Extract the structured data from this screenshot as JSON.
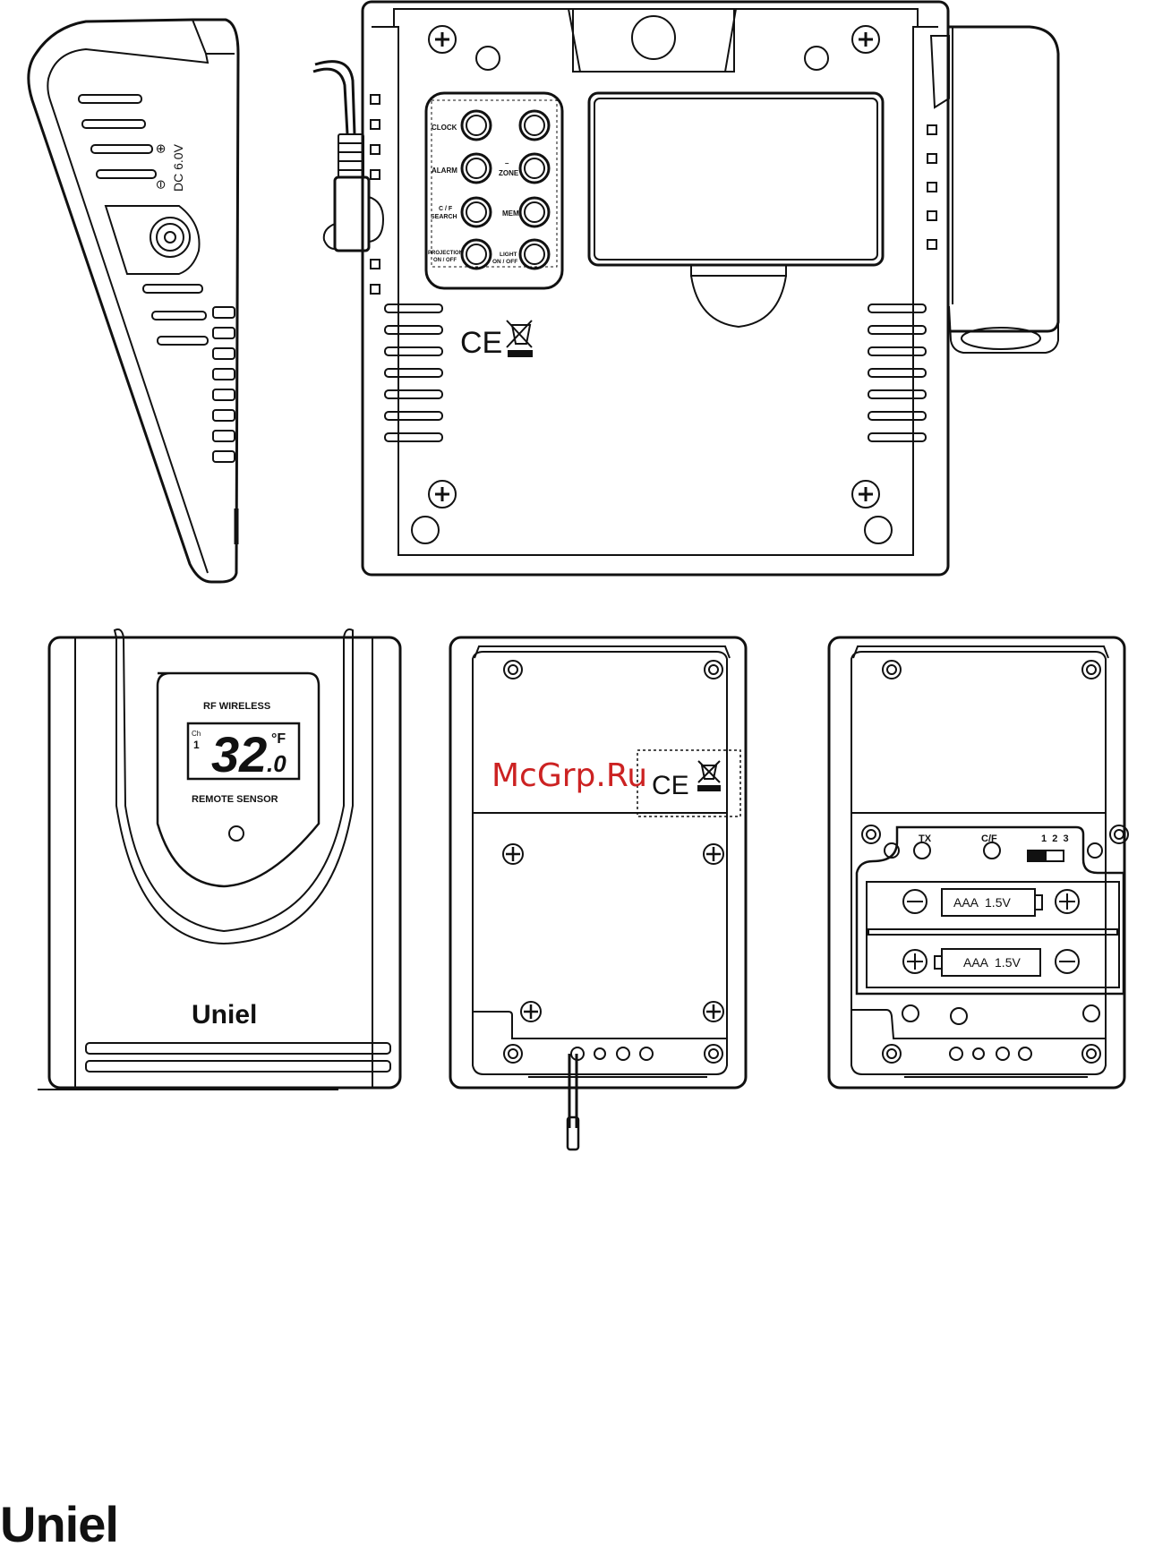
{
  "buttons": {
    "clock": "CLOCK",
    "alarm": "ALARM",
    "cf_search_1": "C / F",
    "cf_search_2": "SEARCH",
    "projection_1": "PROJECTION",
    "projection_2": "ON / OFF",
    "zone_dash": "–",
    "zone": "ZONE",
    "mem": "MEM",
    "light_1": "LIGHT",
    "light_2": "ON / OFF"
  },
  "side_view": {
    "power_label": "DC 6.0V",
    "plus_symbol": "⊕",
    "minus_symbol": "⊖"
  },
  "marks": {
    "ce": "CE"
  },
  "sensor_front": {
    "title": "RF WIRELESS",
    "channel_label": "Ch",
    "channel_value": "1",
    "temperature": "32",
    "unit": "°F",
    "decimal": ".0",
    "subtitle": "REMOTE SENSOR",
    "brand": "Uniel"
  },
  "sensor_back_open": {
    "tx": "TX",
    "cf": "C/F",
    "switch_labels": "1  2  3",
    "battery_label": "AAA  1.5V",
    "plus": "+",
    "minus": "−"
  },
  "watermark": "McGrp.Ru",
  "footer_brand": "Uniel"
}
